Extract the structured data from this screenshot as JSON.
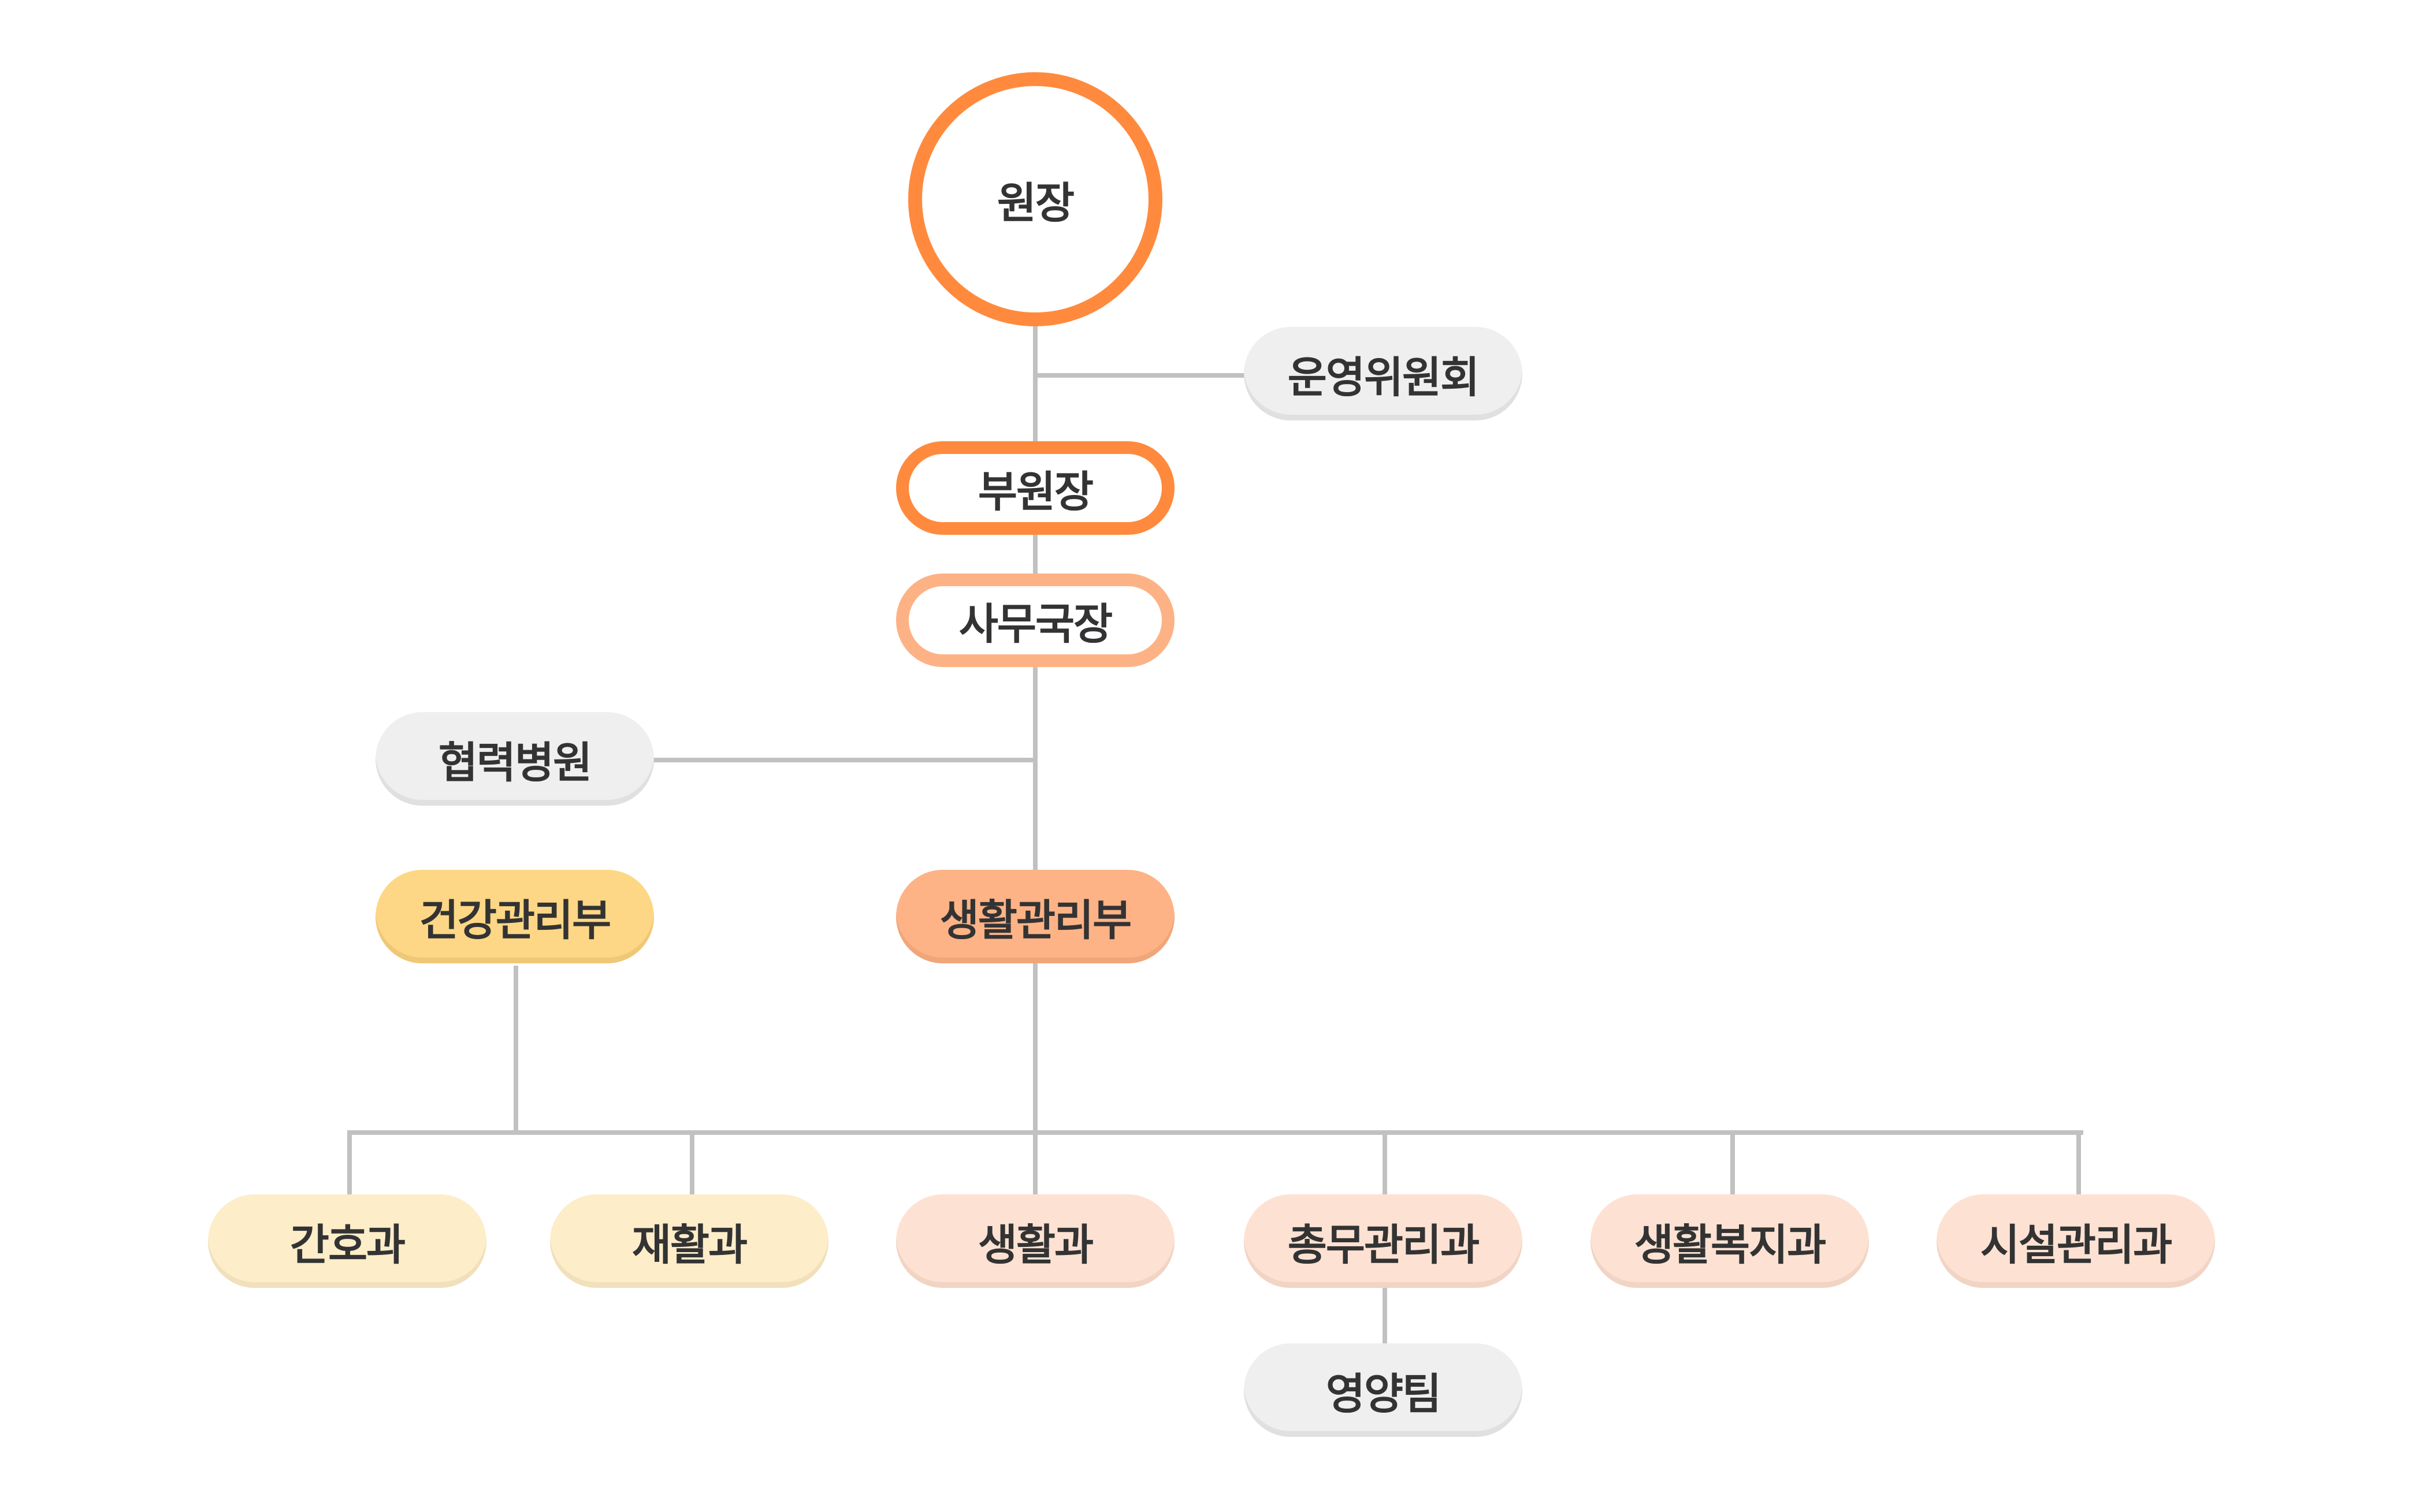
{
  "colors": {
    "line": "#c1c1c1",
    "primary_orange": "#ff8a3d",
    "light_orange": "#fdb285",
    "grey": "#efefef",
    "yellow": "#fdd785",
    "salmon": "#fdb386",
    "light_yellow": "#fdedc9",
    "light_peach": "#fde2d3",
    "text": "#333333"
  },
  "org": {
    "director": "원장",
    "committee": "운영위원회",
    "vice_director": "부원장",
    "secretary_general": "사무국장",
    "partner_hospital": "협력병원",
    "departments": [
      {
        "label": "건강관리부"
      },
      {
        "label": "생활관리부"
      }
    ],
    "teams": [
      {
        "label": "간호과"
      },
      {
        "label": "재활과"
      },
      {
        "label": "생활과"
      },
      {
        "label": "총무관리과"
      },
      {
        "label": "생활복지과"
      },
      {
        "label": "시설관리과"
      }
    ],
    "sub_team": "영양팀"
  }
}
